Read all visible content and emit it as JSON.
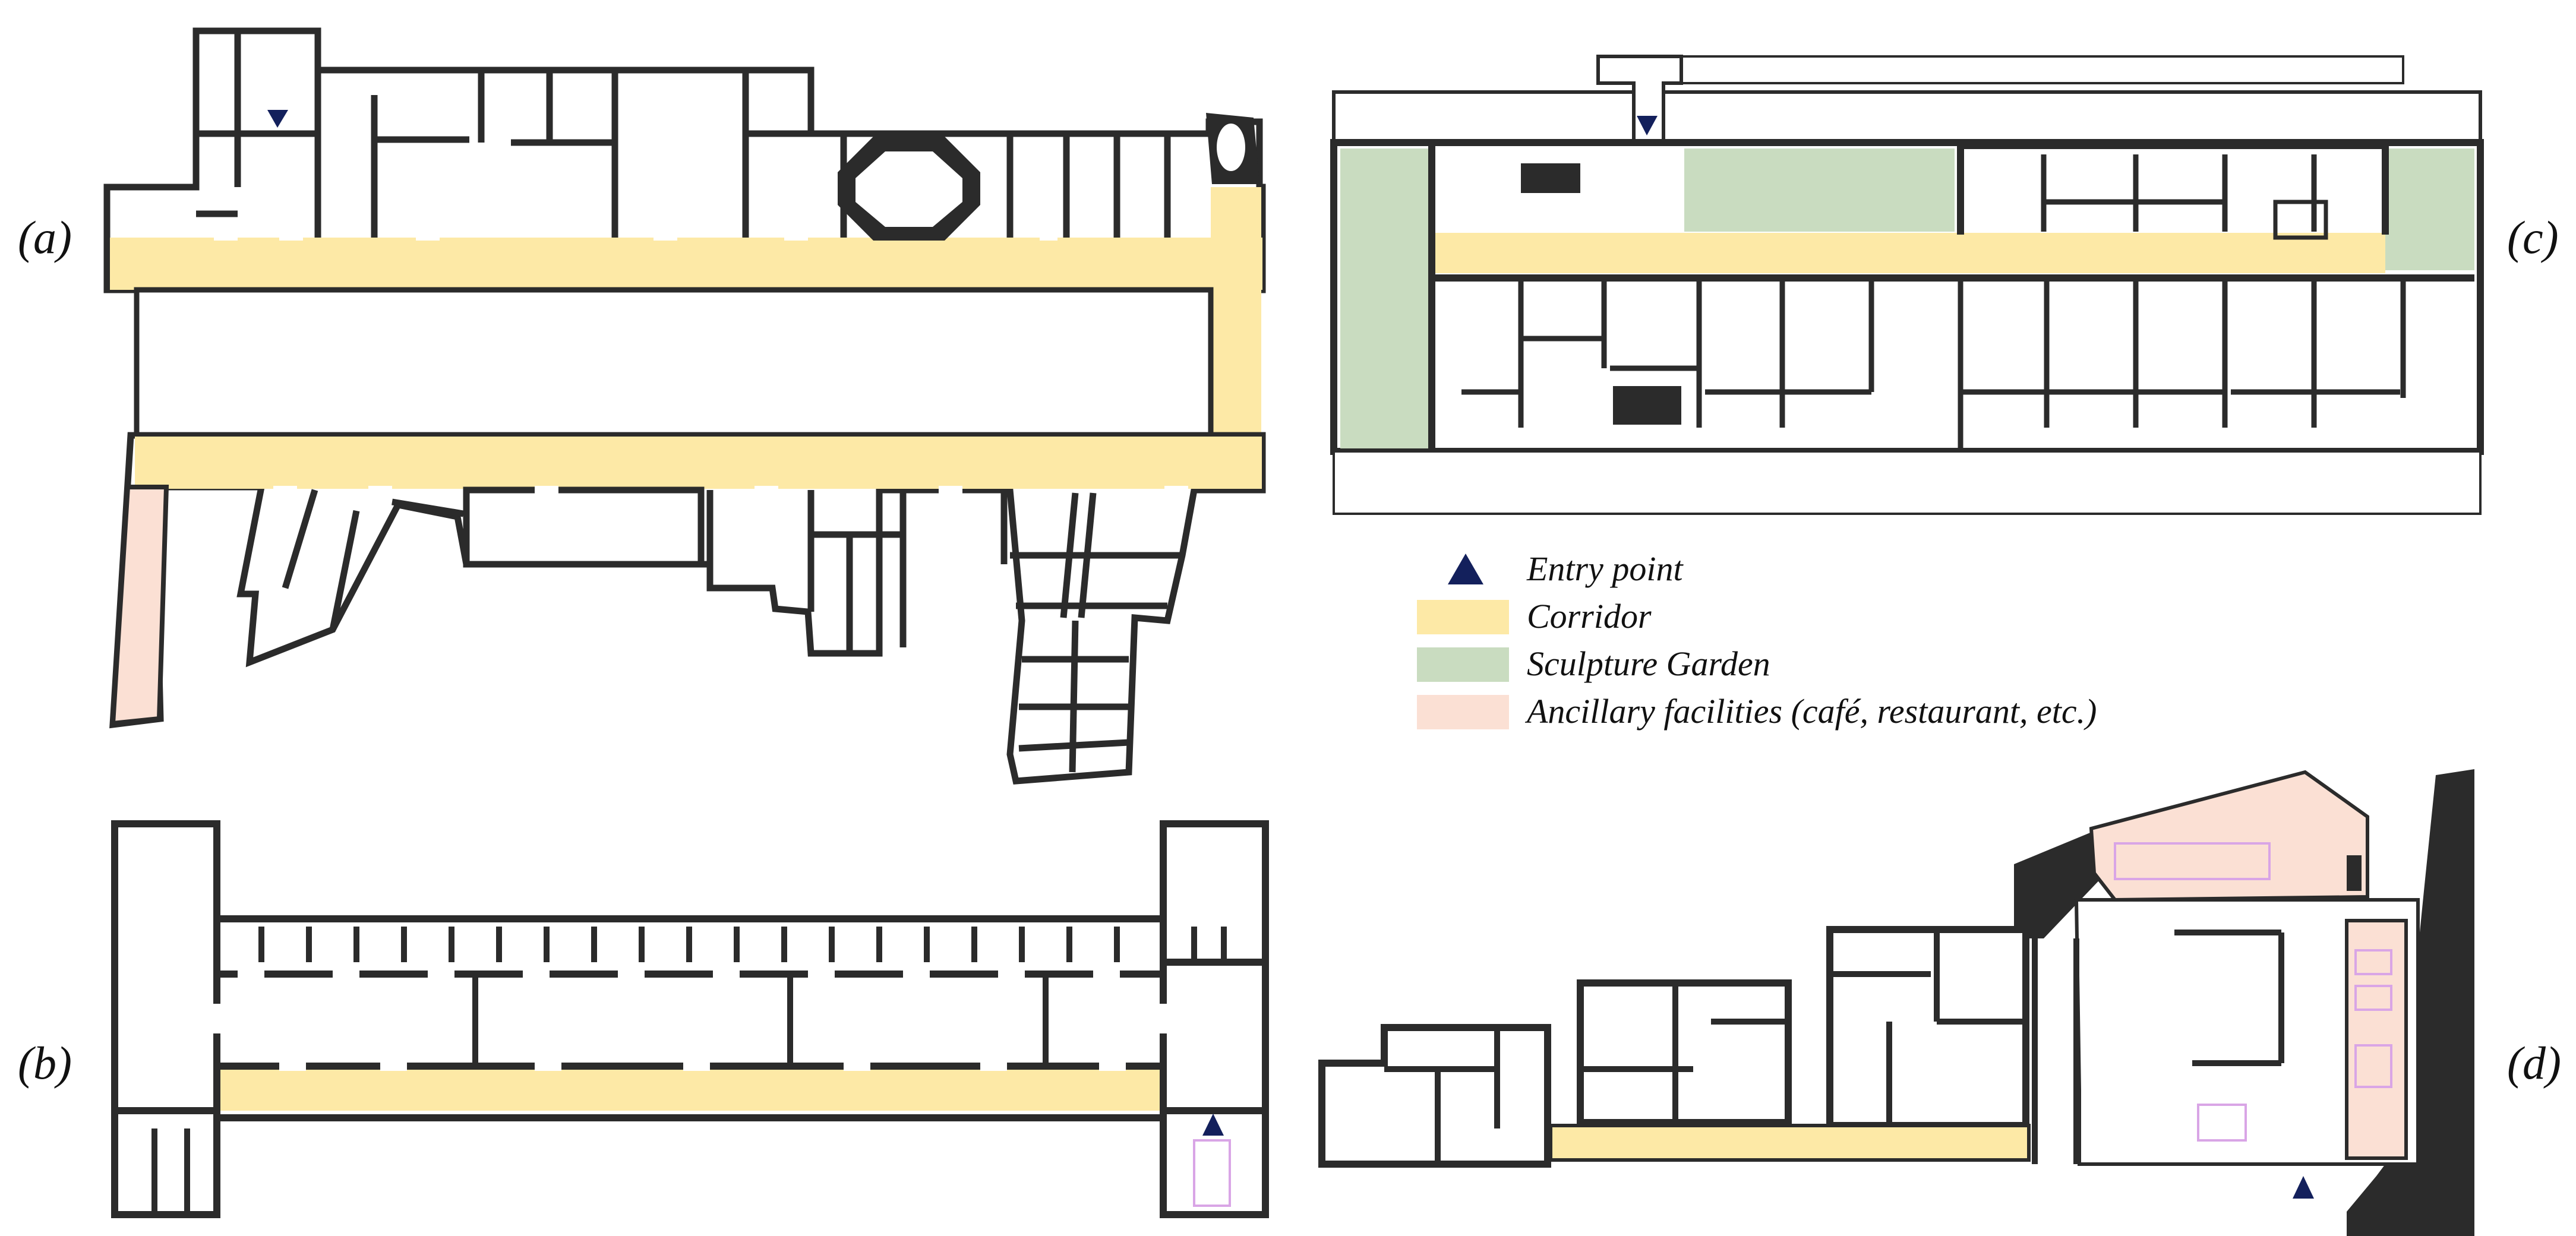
{
  "panels": {
    "a": {
      "label": "(a)"
    },
    "b": {
      "label": "(b)"
    },
    "c": {
      "label": "(c)"
    },
    "d": {
      "label": "(d)"
    }
  },
  "legend": {
    "entry": {
      "label": "Entry point",
      "color": "#13205c"
    },
    "corridor": {
      "label": "Corridor",
      "color": "#fde9a6"
    },
    "garden": {
      "label": "Sculpture Garden",
      "color": "#c9dcc0"
    },
    "ancillary": {
      "label": "Ancillary facilities (café, restaurant, etc.)",
      "color": "#fbe0d4"
    }
  },
  "colors": {
    "wall": "#2b2b2b",
    "room": "#ffffff",
    "fixture": "#d9a5e6"
  }
}
